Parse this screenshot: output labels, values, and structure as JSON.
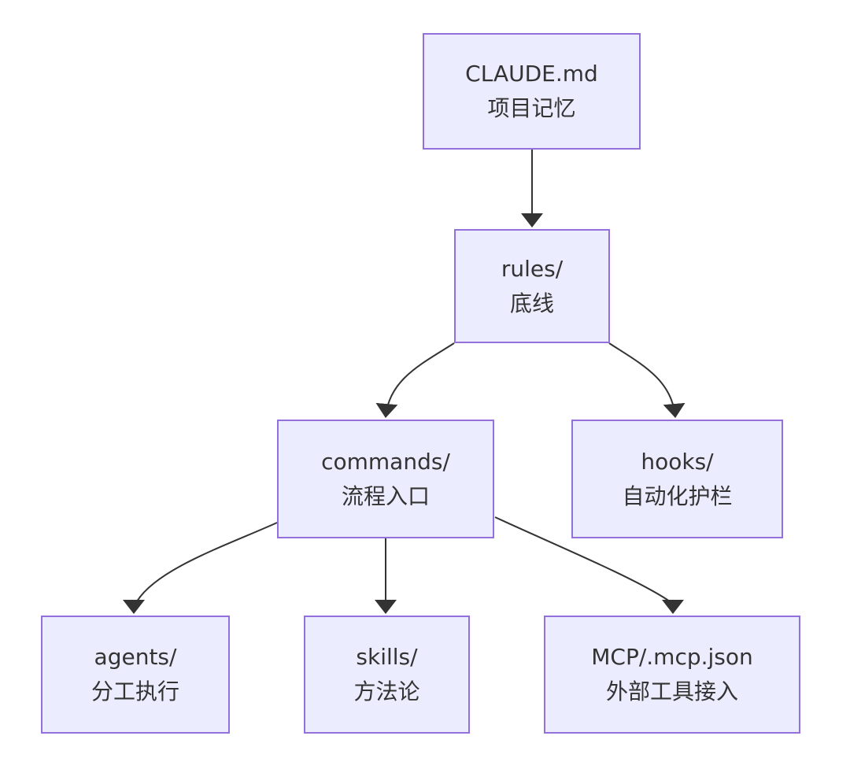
{
  "diagram": {
    "type": "flowchart",
    "direction": "top-down",
    "colors": {
      "background": "#ffffff",
      "node_fill": "#ECECFF",
      "node_border": "#9370DB",
      "edge_color": "#333333",
      "text_color": "#333333"
    },
    "nodes": [
      {
        "id": "claude_md",
        "title": "CLAUDE.md",
        "subtitle": "项目记忆"
      },
      {
        "id": "rules",
        "title": "rules/",
        "subtitle": "底线"
      },
      {
        "id": "commands",
        "title": "commands/",
        "subtitle": "流程入口"
      },
      {
        "id": "hooks",
        "title": "hooks/",
        "subtitle": "自动化护栏"
      },
      {
        "id": "agents",
        "title": "agents/",
        "subtitle": "分工执行"
      },
      {
        "id": "skills",
        "title": "skills/",
        "subtitle": "方法论"
      },
      {
        "id": "mcp",
        "title": "MCP/.mcp.json",
        "subtitle": "外部工具接入"
      }
    ],
    "edges": [
      {
        "from": "CLAUDE.md",
        "to": "rules/"
      },
      {
        "from": "rules/",
        "to": "commands/"
      },
      {
        "from": "rules/",
        "to": "hooks/"
      },
      {
        "from": "commands/",
        "to": "agents/"
      },
      {
        "from": "commands/",
        "to": "skills/"
      },
      {
        "from": "commands/",
        "to": "MCP/.mcp.json"
      }
    ]
  }
}
